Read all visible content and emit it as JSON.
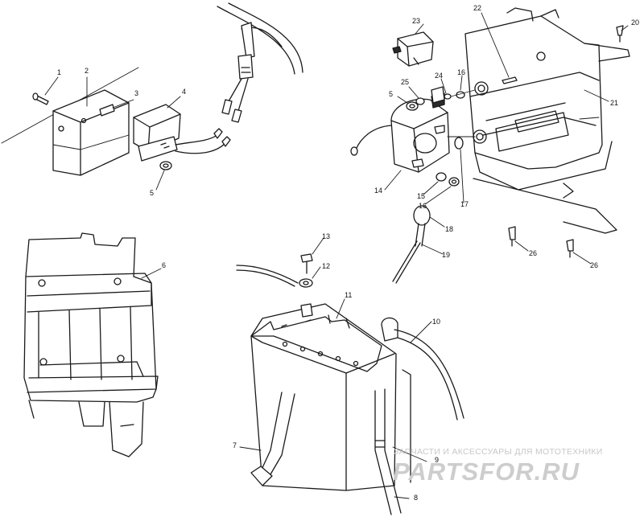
{
  "callouts": [
    {
      "id": "c1",
      "text": "1"
    },
    {
      "id": "c2",
      "text": "2"
    },
    {
      "id": "c3",
      "text": "3"
    },
    {
      "id": "c4",
      "text": "4"
    },
    {
      "id": "c5a",
      "text": "5"
    },
    {
      "id": "c5b",
      "text": "5"
    },
    {
      "id": "c6",
      "text": "6"
    },
    {
      "id": "c7",
      "text": "7"
    },
    {
      "id": "c8",
      "text": "8"
    },
    {
      "id": "c9",
      "text": "9"
    },
    {
      "id": "c10",
      "text": "10"
    },
    {
      "id": "c11",
      "text": "11"
    },
    {
      "id": "c12",
      "text": "12"
    },
    {
      "id": "c13",
      "text": "13"
    },
    {
      "id": "c14",
      "text": "14"
    },
    {
      "id": "c15",
      "text": "15"
    },
    {
      "id": "c16a",
      "text": "16"
    },
    {
      "id": "c16b",
      "text": "16"
    },
    {
      "id": "c17",
      "text": "17"
    },
    {
      "id": "c18",
      "text": "18"
    },
    {
      "id": "c19",
      "text": "19"
    },
    {
      "id": "c20",
      "text": "20"
    },
    {
      "id": "c21",
      "text": "21"
    },
    {
      "id": "c22",
      "text": "22"
    },
    {
      "id": "c23",
      "text": "23"
    },
    {
      "id": "c24",
      "text": "24"
    },
    {
      "id": "c25",
      "text": "25"
    },
    {
      "id": "c26a",
      "text": "26"
    },
    {
      "id": "c26b",
      "text": "26"
    }
  ],
  "watermark": {
    "tagline": "ЗАПЧАСТИ И АКСЕССУАРЫ ДЛЯ МОТОТЕХНИКИ",
    "brand": "PARTSFOR.RU"
  },
  "colors": {
    "ink": "#1a1a1a",
    "watermark": "#c8c8c8"
  }
}
